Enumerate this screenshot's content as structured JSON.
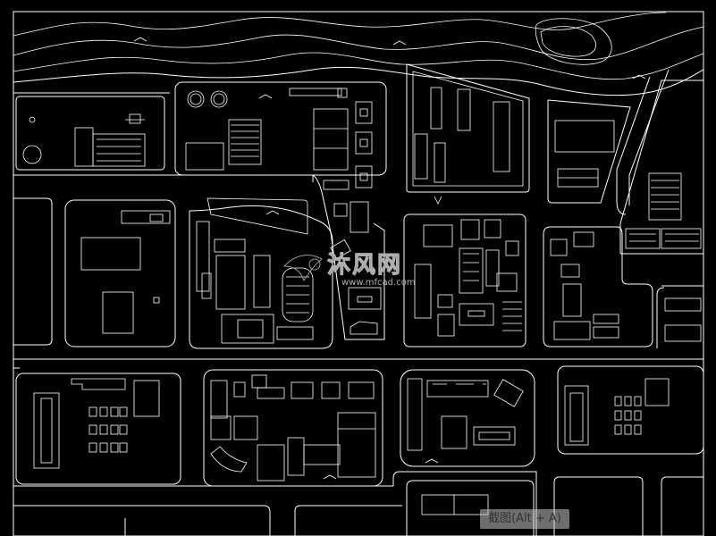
{
  "watermark": {
    "brand": "沐风网",
    "url": "www.mfcad.com",
    "logo_icon": "mf-logo-icon"
  },
  "capture_badge": {
    "label": "截图(Alt + A)"
  },
  "drawing": {
    "type": "CAD site plan",
    "background": "#000000",
    "line_color": "#ffffff"
  }
}
